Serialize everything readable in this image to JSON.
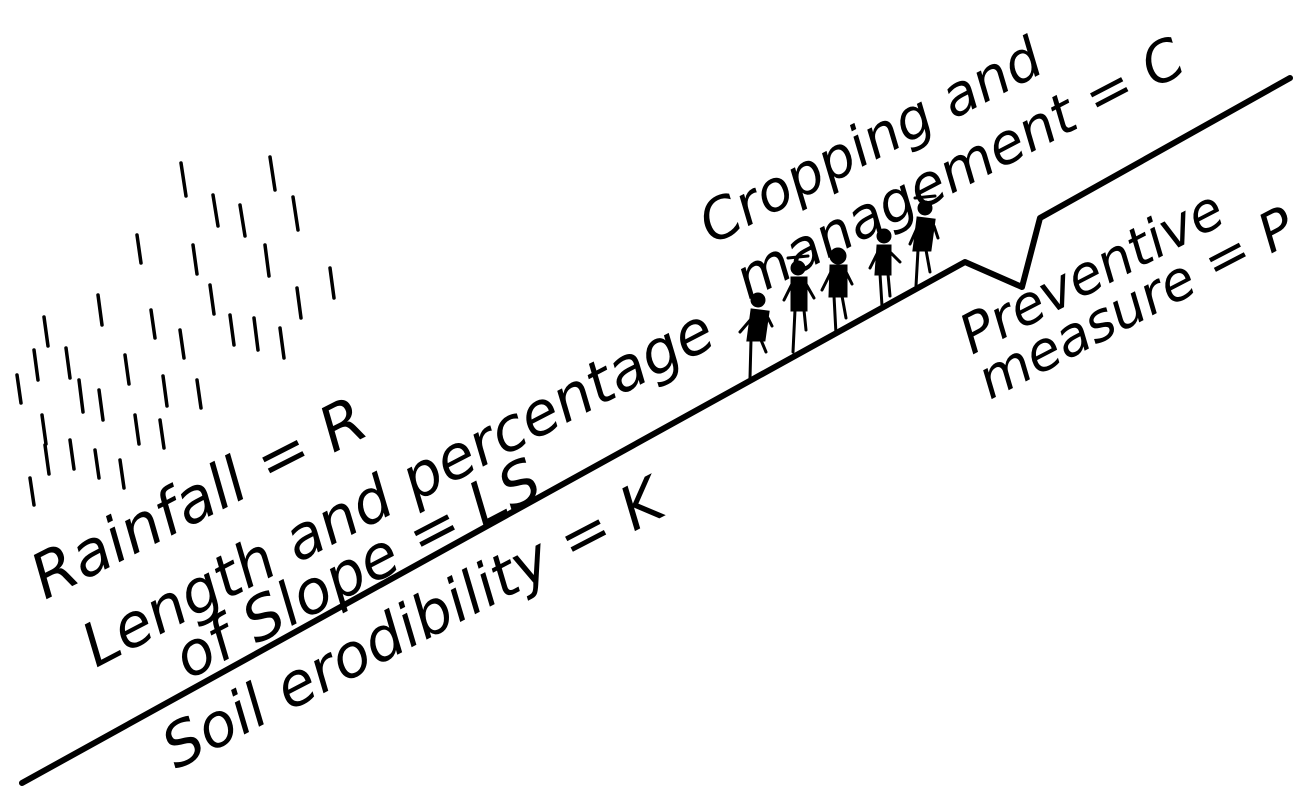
{
  "labels": {
    "rainfall": "Rainfall = R",
    "length_line1": "Length and percentage",
    "length_line2": "of Slope = LS",
    "soil": "Soil erodibility = K",
    "cropping_line1": "Cropping and",
    "cropping_line2": "management = C",
    "preventive_line1": "Preventive",
    "preventive_line2": "measure = P"
  },
  "colors": {
    "ink": "#000000",
    "background": "#ffffff"
  }
}
